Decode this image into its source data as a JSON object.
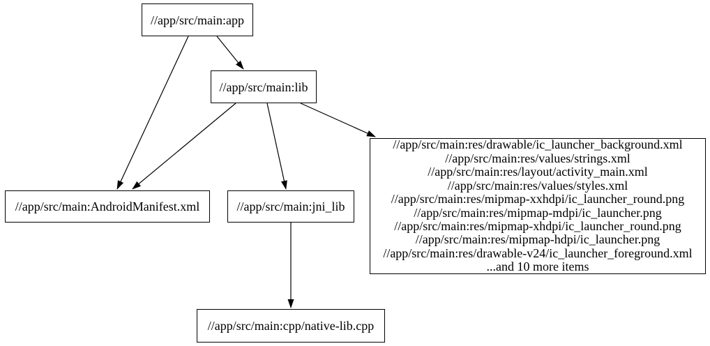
{
  "diagram": {
    "kind": "build-dependency-graph",
    "background_color": "#ffffff",
    "node_border_color": "#000000",
    "node_fill_color": "#ffffff",
    "edge_color": "#000000",
    "text_color": "#000000"
  },
  "nodes": {
    "app": {
      "label": "//app/src/main:app"
    },
    "lib": {
      "label": "//app/src/main:lib"
    },
    "manifest": {
      "label": "//app/src/main:AndroidManifest.xml"
    },
    "jni_lib": {
      "label": "//app/src/main:jni_lib"
    },
    "res_group": {
      "lines": [
        "//app/src/main:res/drawable/ic_launcher_background.xml",
        "//app/src/main:res/values/strings.xml",
        "//app/src/main:res/layout/activity_main.xml",
        "//app/src/main:res/values/styles.xml",
        "//app/src/main:res/mipmap-xxhdpi/ic_launcher_round.png",
        "//app/src/main:res/mipmap-mdpi/ic_launcher.png",
        "//app/src/main:res/mipmap-xhdpi/ic_launcher_round.png",
        "//app/src/main:res/mipmap-hdpi/ic_launcher.png",
        "//app/src/main:res/drawable-v24/ic_launcher_foreground.xml",
        "...and 10 more items"
      ]
    },
    "native_lib": {
      "label": "//app/src/main:cpp/native-lib.cpp"
    }
  },
  "edges": [
    {
      "from": "app",
      "to": "lib"
    },
    {
      "from": "app",
      "to": "manifest"
    },
    {
      "from": "lib",
      "to": "manifest"
    },
    {
      "from": "lib",
      "to": "jni_lib"
    },
    {
      "from": "lib",
      "to": "res_group"
    },
    {
      "from": "jni_lib",
      "to": "native_lib"
    }
  ]
}
